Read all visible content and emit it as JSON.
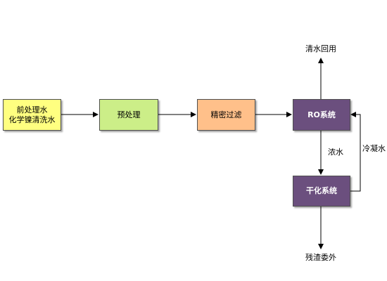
{
  "nodes": {
    "source": {
      "line1": "前处理水",
      "line2": "化学镍清洗水",
      "fill": "#ffff80"
    },
    "pretreat": {
      "label": "预处理",
      "fill": "#ccee88"
    },
    "filter": {
      "label": "精密过滤",
      "fill": "#ffc08a"
    },
    "ro": {
      "label": "RO系统",
      "fill": "#6b4f7e"
    },
    "dry": {
      "label": "干化系统",
      "fill": "#6b4f7e"
    }
  },
  "labels": {
    "clean_water": "清水回用",
    "concentrate": "浓水",
    "condensate": "冷凝水",
    "residue": "残渣委外"
  }
}
